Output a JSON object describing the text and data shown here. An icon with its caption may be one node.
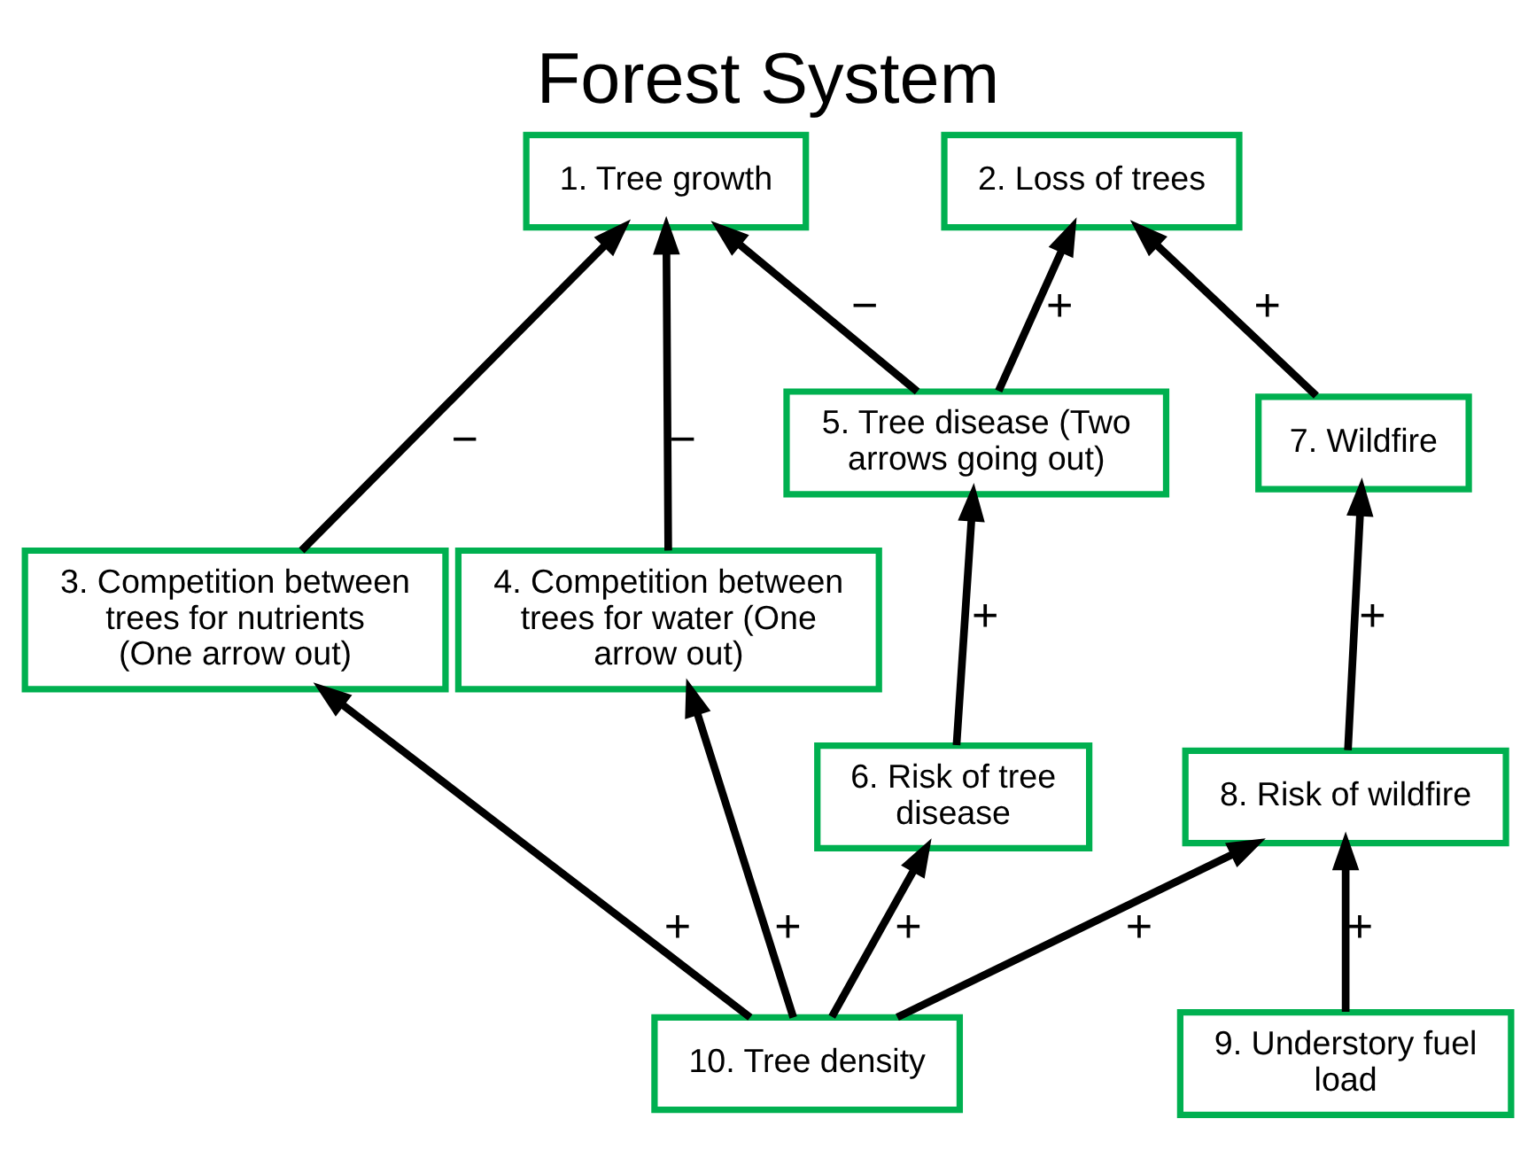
{
  "diagram": {
    "title": "Forest System",
    "nodes": [
      {
        "text": [
          "1. Tree growth"
        ]
      },
      {
        "text": [
          "2. Loss of trees"
        ]
      },
      {
        "text": [
          "3. Competition between trees for nutrients (One arrow out)"
        ]
      },
      {
        "text": [
          "4. Competition between trees for water (One arrow out)"
        ]
      },
      {
        "text": [
          "5. Tree disease (Two arrows going out)"
        ]
      },
      {
        "text": [
          "7. Wildfire"
        ]
      },
      {
        "text": [
          "6. Risk of tree disease"
        ]
      },
      {
        "text": [
          "8. Risk of wildfire"
        ]
      },
      {
        "text": [
          "10. Tree density"
        ]
      },
      {
        "text": [
          "9. Understory fuel load"
        ]
      }
    ],
    "edges": [
      {
        "from": 2,
        "to": 0,
        "arrow": "to",
        "label": "−"
      },
      {
        "from": 3,
        "to": 0,
        "arrow": "to",
        "label": "−"
      },
      {
        "from": 4,
        "to": 0,
        "arrow": "to",
        "label": "−"
      },
      {
        "from": 4,
        "to": 1,
        "arrow": "to",
        "label": "+"
      },
      {
        "from": 5,
        "to": 1,
        "arrow": "to",
        "label": "+"
      },
      {
        "from": 6,
        "to": 4,
        "arrow": "to",
        "label": "+"
      },
      {
        "from": 7,
        "to": 5,
        "arrow": "to",
        "label": "+"
      },
      {
        "from": 8,
        "to": 2,
        "arrow": "to",
        "label": "+"
      },
      {
        "from": 8,
        "to": 3,
        "arrow": "to",
        "label": "+"
      },
      {
        "from": 8,
        "to": 6,
        "arrow": "to",
        "label": "+"
      },
      {
        "from": 8,
        "to": 7,
        "arrow": "to",
        "label": "+"
      },
      {
        "from": 9,
        "to": 7,
        "arrow": "to",
        "label": "+"
      }
    ]
  }
}
